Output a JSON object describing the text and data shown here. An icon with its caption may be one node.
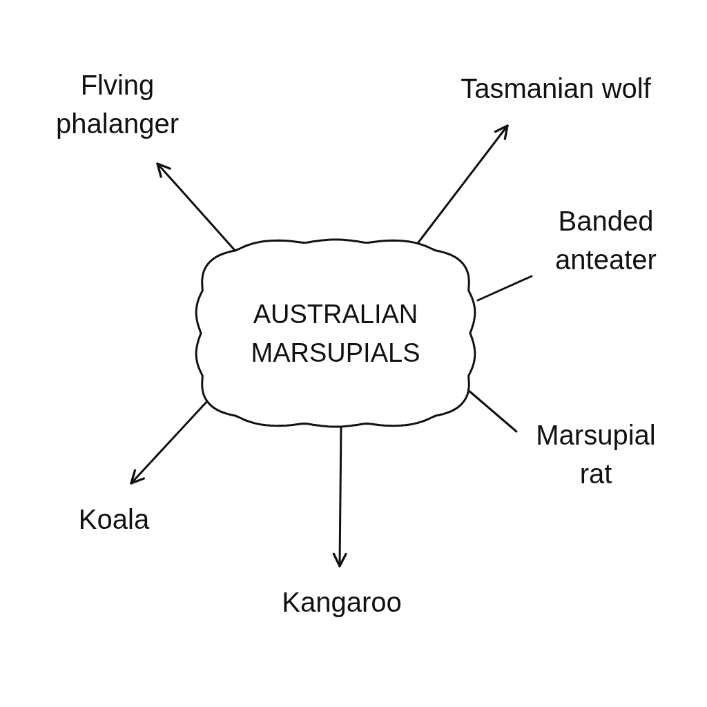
{
  "diagram": {
    "nodes": [
      {
        "text": [
          "AUSTRALIAN MARSUPIALS"
        ]
      },
      {
        "text": [
          "Flving phalanger"
        ]
      },
      {
        "text": [
          "Tasmanian wolf"
        ]
      },
      {
        "text": [
          "Banded anteater"
        ]
      },
      {
        "text": [
          "Marsupial rat"
        ]
      },
      {
        "text": [
          "Koala"
        ]
      },
      {
        "text": [
          "Kangaroo"
        ]
      }
    ],
    "edges": [
      {
        "from": 0,
        "to": 1,
        "arrow": "to"
      },
      {
        "from": 0,
        "to": 2,
        "arrow": "to"
      },
      {
        "from": 0,
        "to": 3,
        "arrow": "none"
      },
      {
        "from": 0,
        "to": 4,
        "arrow": "none"
      },
      {
        "from": 0,
        "to": 5,
        "arrow": "to"
      },
      {
        "from": 0,
        "to": 6,
        "arrow": "to"
      }
    ]
  }
}
